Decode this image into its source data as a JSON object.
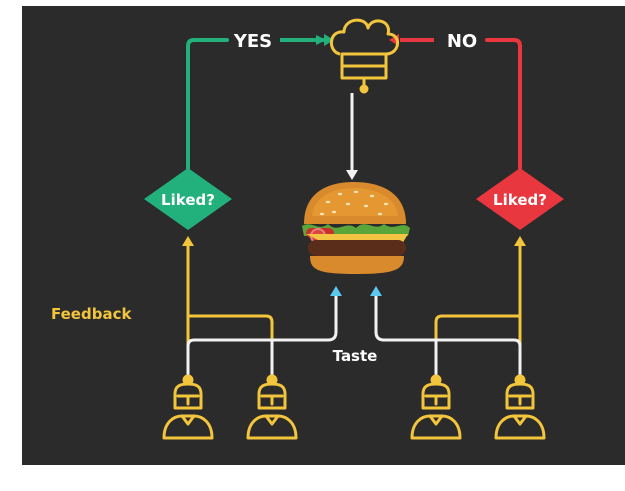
{
  "labels": {
    "yes": "YES",
    "no": "NO",
    "liked_left": "Liked?",
    "liked_right": "Liked?",
    "feedback": "Feedback",
    "taste": "Taste"
  },
  "colors": {
    "background": "#2b2b2b",
    "yes_green": "#22b07d",
    "no_red": "#e8373e",
    "feedback_yellow": "#f2c53d",
    "taste_white": "#f2f2f2",
    "taste_arrow_blue": "#5cc8f0"
  },
  "icons": {
    "chef": "chef-hat-icon",
    "burger": "burger-icon",
    "taster": "person-icon"
  }
}
